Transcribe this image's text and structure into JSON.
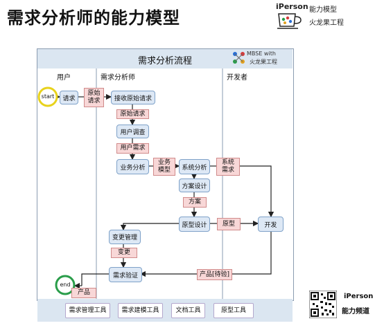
{
  "header": {
    "title": "需求分析师的能力模型",
    "brand_name": "iPerson",
    "brand_line1": "能力模型",
    "brand_line2": "火龙果工程"
  },
  "diagram": {
    "title": "需求分析流程",
    "logo_line1": "MBSE with",
    "logo_line2": "火龙果工程",
    "lanes": {
      "user": "用户",
      "analyst": "需求分析师",
      "developer": "开发者"
    },
    "start": "start",
    "end": "end",
    "processes": {
      "request": "请求",
      "receive_raw": "接收原始请求",
      "user_survey": "用户调查",
      "business_analysis": "业务分析",
      "system_analysis": "系统分析",
      "solution_design": "方案设计",
      "prototype_design": "原型设计",
      "develop": "开发",
      "change_management": "变更管理",
      "requirement_verification": "需求验证"
    },
    "artifacts": {
      "raw_request_1": "原始\n请求",
      "raw_request_2": "原始请求",
      "user_requirement": "用户需求",
      "business_model": "业务\n模型",
      "system_requirement": "系统\n需求",
      "solution": "方案",
      "prototype": "原型",
      "change": "变更",
      "product_pending": "产品[待验]",
      "product": "产品"
    },
    "tools": [
      "需求管理工具",
      "需求建模工具",
      "文档工具",
      "原型工具"
    ]
  },
  "footer": {
    "brand_name": "iPerson",
    "brand_sub": "能力频道"
  }
}
